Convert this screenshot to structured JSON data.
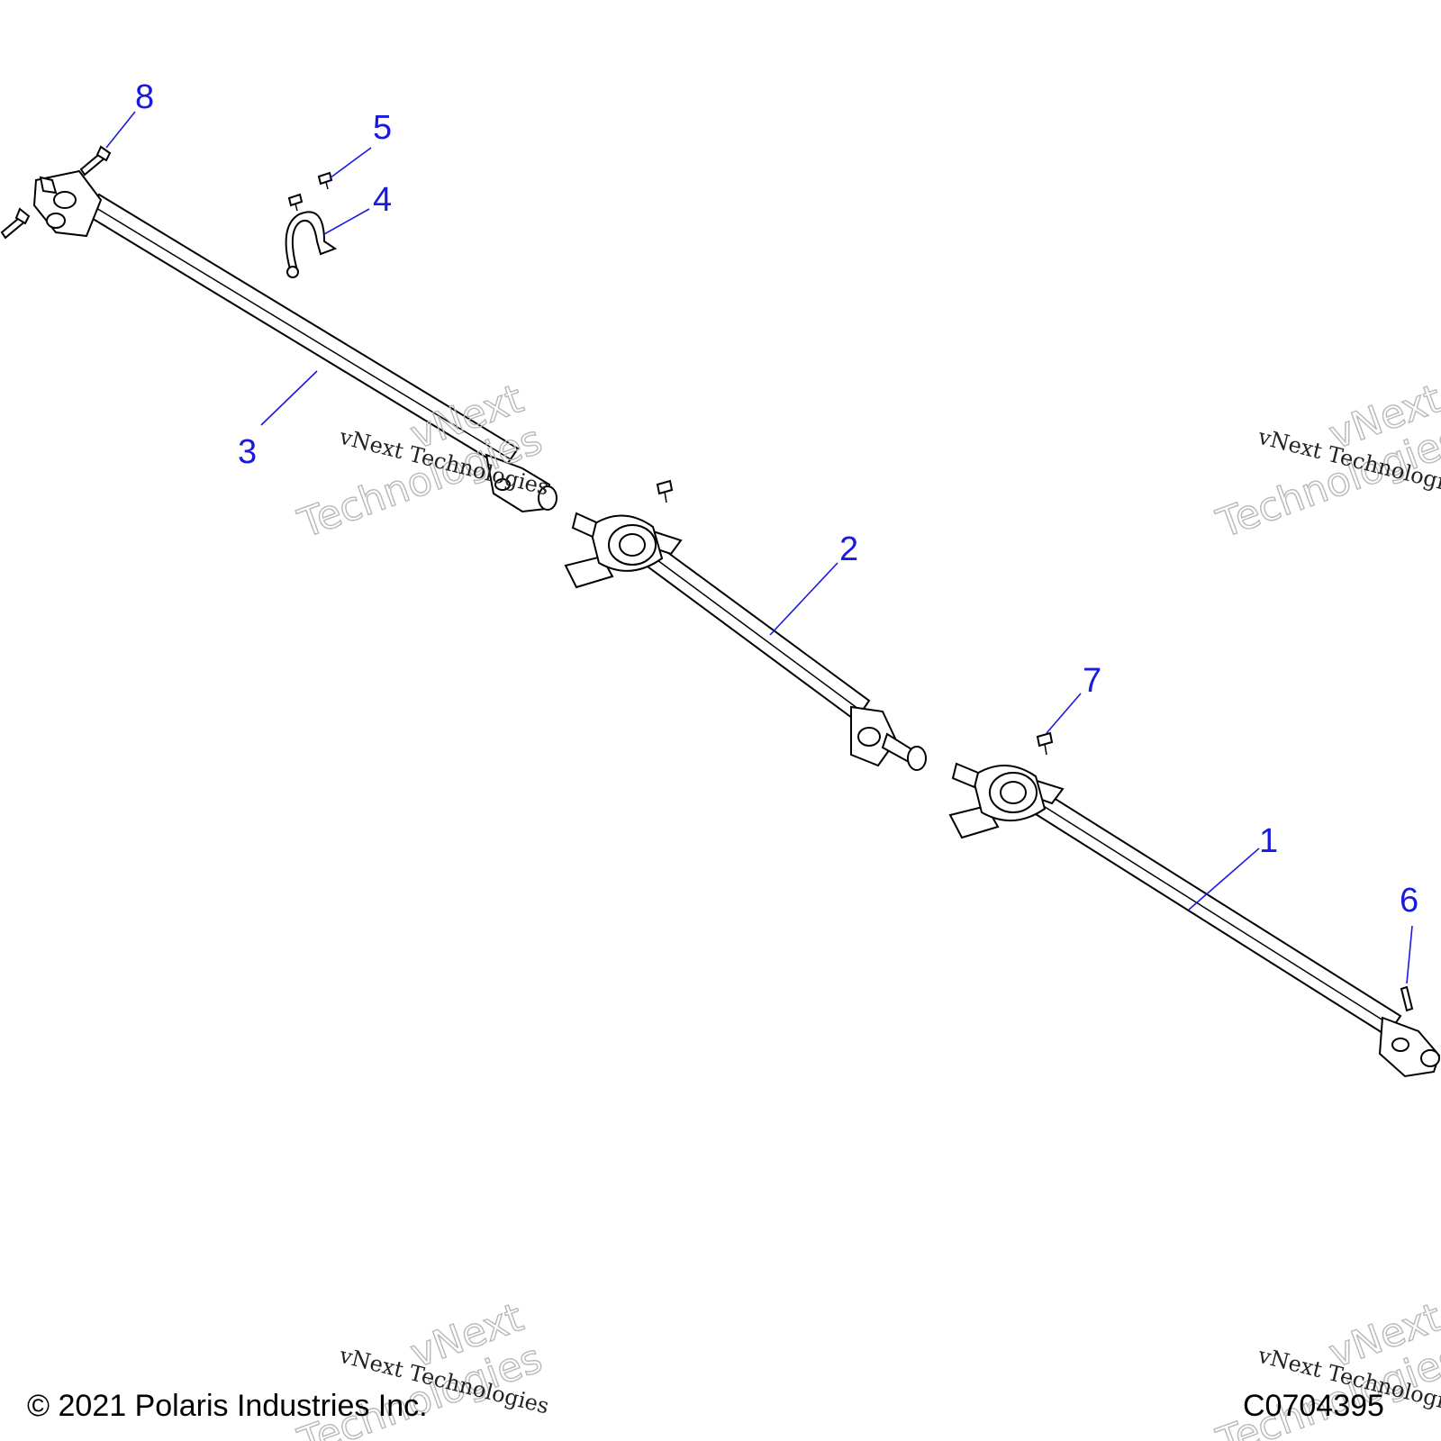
{
  "colors": {
    "callout": "#1a1adf",
    "line": "#000000",
    "watermark": "#b8b8b8"
  },
  "callouts": [
    {
      "id": "callout-1",
      "label": "1"
    },
    {
      "id": "callout-2",
      "label": "2"
    },
    {
      "id": "callout-3",
      "label": "3"
    },
    {
      "id": "callout-4",
      "label": "4"
    },
    {
      "id": "callout-5",
      "label": "5"
    },
    {
      "id": "callout-6",
      "label": "6"
    },
    {
      "id": "callout-7",
      "label": "7"
    },
    {
      "id": "callout-8",
      "label": "8"
    }
  ],
  "watermark": {
    "line1": "vNext",
    "line2": "Technologies",
    "small": "vNext Technologies"
  },
  "footer": {
    "copyright": "© 2021 Polaris Industries Inc.",
    "figure_code": "C0704395"
  }
}
